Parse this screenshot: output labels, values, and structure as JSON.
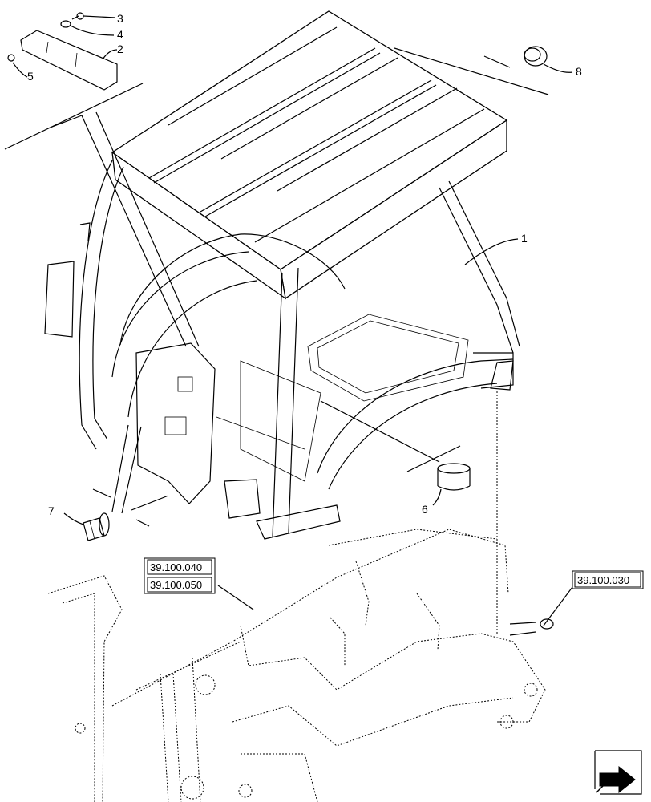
{
  "diagram": {
    "callouts": {
      "c1": "1",
      "c2": "2",
      "c3": "3",
      "c4": "4",
      "c5": "5",
      "c6": "6",
      "c7": "7",
      "c8": "8"
    },
    "references": {
      "r1": "39.100.040",
      "r2": "39.100.050",
      "r3": "39.100.030"
    }
  },
  "nav": {
    "icon": "next-page-arrow-icon"
  }
}
